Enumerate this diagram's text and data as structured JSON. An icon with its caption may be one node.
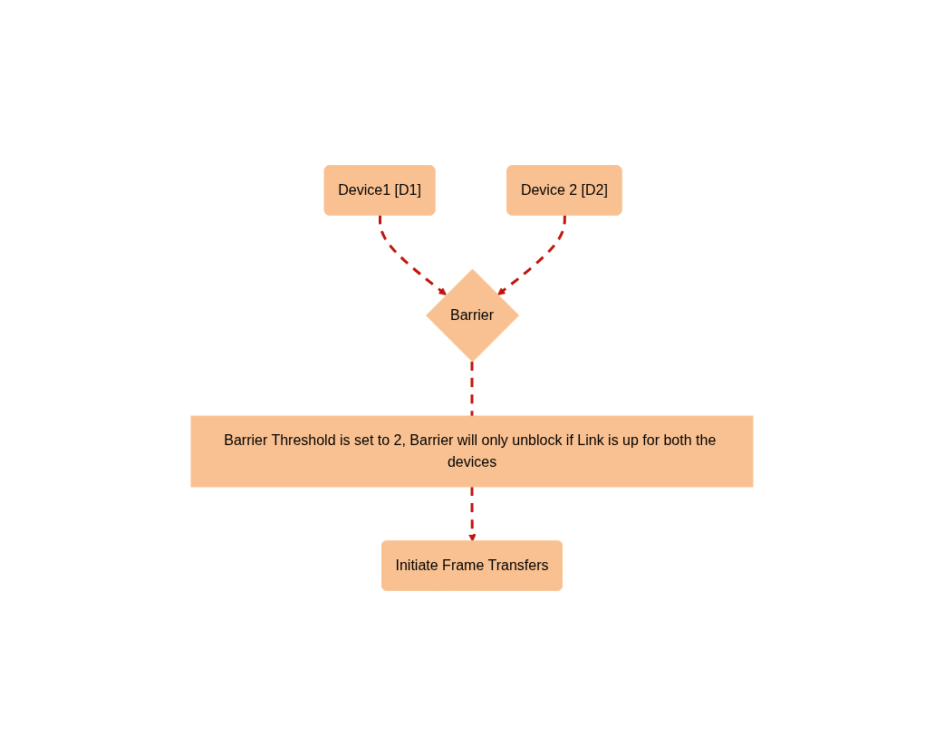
{
  "diagram": {
    "nodes": [
      {
        "text": [
          "Device1 [D1]"
        ]
      },
      {
        "text": [
          "Device 2 [D2]"
        ]
      },
      {
        "text": [
          "Barrier"
        ]
      },
      {
        "text": [
          "Barrier Threshold is set to 2, Barrier will only unblock if Link is up for both the devices"
        ]
      },
      {
        "text": [
          "Initiate Frame Transfers"
        ]
      }
    ],
    "edges": [
      {
        "from": 0,
        "to": 2,
        "arrow": "to",
        "style": "dashed"
      },
      {
        "from": 1,
        "to": 2,
        "arrow": "to",
        "style": "dashed"
      },
      {
        "from": 2,
        "to": 3,
        "arrow": "none",
        "style": "dashed"
      },
      {
        "from": 3,
        "to": 4,
        "arrow": "to",
        "style": "dashed"
      }
    ]
  }
}
